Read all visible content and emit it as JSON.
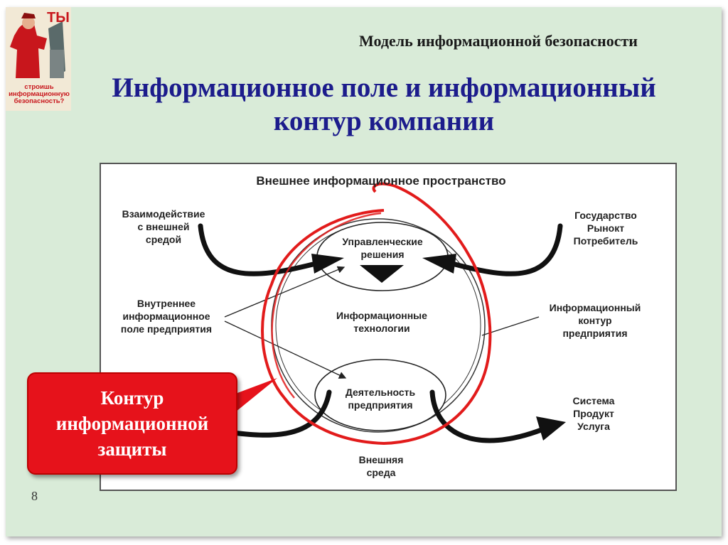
{
  "poster": {
    "headline": "ТЫ",
    "caption": "строишь\nинформационную\nбезопасность?"
  },
  "header": {
    "subtitle": "Модель информационной безопасности",
    "title_line1": "Информационное поле и информационный",
    "title_line2": "контур компании"
  },
  "diagram": {
    "heading": "Внешнее информационное пространство",
    "interaction": "Взаимодействие\nс внешней\nсредой",
    "state": "Государство\nРынокт\nПотребитель",
    "management": "Управленческие\nрешения",
    "internal_field": "Внутреннее\nинформационное\nполе предприятия",
    "technologies": "Информационные\nтехнологии",
    "contour": "Информационный\nконтур\nпредприятия",
    "activity": "Деятельность\nпредприятия",
    "system": "Система\nПродукт\nУслуга",
    "external_env": "Внешняя\nсреда"
  },
  "callout": {
    "text": "Контур\nинформационной\nзащиты"
  },
  "page_number": "8",
  "colors": {
    "slide_bg": "#d9ebd8",
    "title": "#1c1c8c",
    "callout": "#e6121b",
    "protection_contour": "#e21b1b"
  }
}
